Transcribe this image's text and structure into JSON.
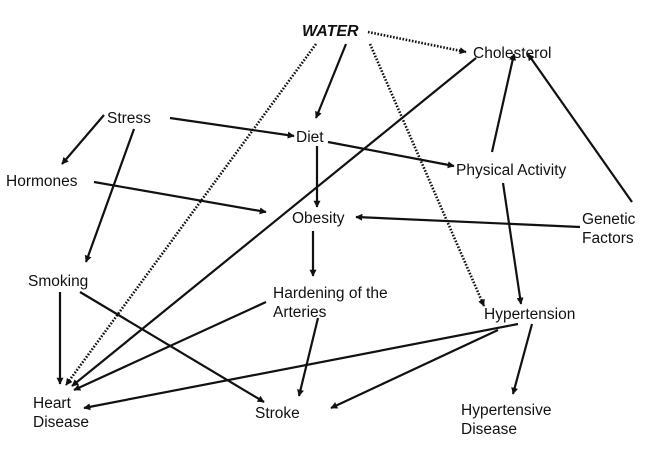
{
  "diagram": {
    "nodes": [
      {
        "id": "water",
        "lines": [
          "WATER"
        ],
        "style": "title"
      },
      {
        "id": "cholesterol",
        "lines": [
          "Cholesterol"
        ]
      },
      {
        "id": "stress",
        "lines": [
          "Stress"
        ]
      },
      {
        "id": "diet",
        "lines": [
          "Diet"
        ]
      },
      {
        "id": "physical-activity",
        "lines": [
          "Physical Activity"
        ]
      },
      {
        "id": "hormones",
        "lines": [
          "Hormones"
        ]
      },
      {
        "id": "obesity",
        "lines": [
          "Obesity"
        ]
      },
      {
        "id": "genetic-factors",
        "lines": [
          "Genetic",
          "Factors"
        ]
      },
      {
        "id": "smoking",
        "lines": [
          "Smoking"
        ]
      },
      {
        "id": "hardening-arteries",
        "lines": [
          "Hardening of the",
          "Arteries"
        ]
      },
      {
        "id": "hypertension",
        "lines": [
          "Hypertension"
        ]
      },
      {
        "id": "heart-disease",
        "lines": [
          "Heart",
          "Disease"
        ]
      },
      {
        "id": "stroke",
        "lines": [
          "Stroke"
        ]
      },
      {
        "id": "hypertensive-disease",
        "lines": [
          "Hypertensive",
          "Disease"
        ]
      }
    ],
    "edges": [
      {
        "from": "water",
        "to": "cholesterol",
        "style": "dotted"
      },
      {
        "from": "water",
        "to": "diet",
        "style": "solid"
      },
      {
        "from": "water",
        "to": "heart-disease",
        "style": "dotted"
      },
      {
        "from": "water",
        "to": "hypertension",
        "style": "dotted"
      },
      {
        "from": "stress",
        "to": "diet",
        "style": "solid"
      },
      {
        "from": "stress",
        "to": "hormones",
        "style": "solid"
      },
      {
        "from": "stress",
        "to": "smoking",
        "style": "solid"
      },
      {
        "from": "diet",
        "to": "physical-activity",
        "style": "solid"
      },
      {
        "from": "diet",
        "to": "obesity",
        "style": "solid"
      },
      {
        "from": "hormones",
        "to": "obesity",
        "style": "solid"
      },
      {
        "from": "physical-activity",
        "to": "cholesterol",
        "style": "solid"
      },
      {
        "from": "physical-activity",
        "to": "hypertension",
        "style": "solid"
      },
      {
        "from": "genetic-factors",
        "to": "cholesterol",
        "style": "solid"
      },
      {
        "from": "genetic-factors",
        "to": "obesity",
        "style": "solid"
      },
      {
        "from": "obesity",
        "to": "hardening-arteries",
        "style": "solid"
      },
      {
        "from": "cholesterol",
        "to": "heart-disease",
        "style": "solid"
      },
      {
        "from": "smoking",
        "to": "heart-disease",
        "style": "solid"
      },
      {
        "from": "smoking",
        "to": "stroke",
        "style": "solid"
      },
      {
        "from": "hardening-arteries",
        "to": "heart-disease",
        "style": "solid"
      },
      {
        "from": "hardening-arteries",
        "to": "stroke",
        "style": "solid"
      },
      {
        "from": "hypertension",
        "to": "heart-disease",
        "style": "solid"
      },
      {
        "from": "hypertension",
        "to": "stroke",
        "style": "solid"
      },
      {
        "from": "hypertension",
        "to": "hypertensive-disease",
        "style": "solid"
      }
    ],
    "colors": {
      "ink": "#111111",
      "background": "#ffffff"
    }
  }
}
